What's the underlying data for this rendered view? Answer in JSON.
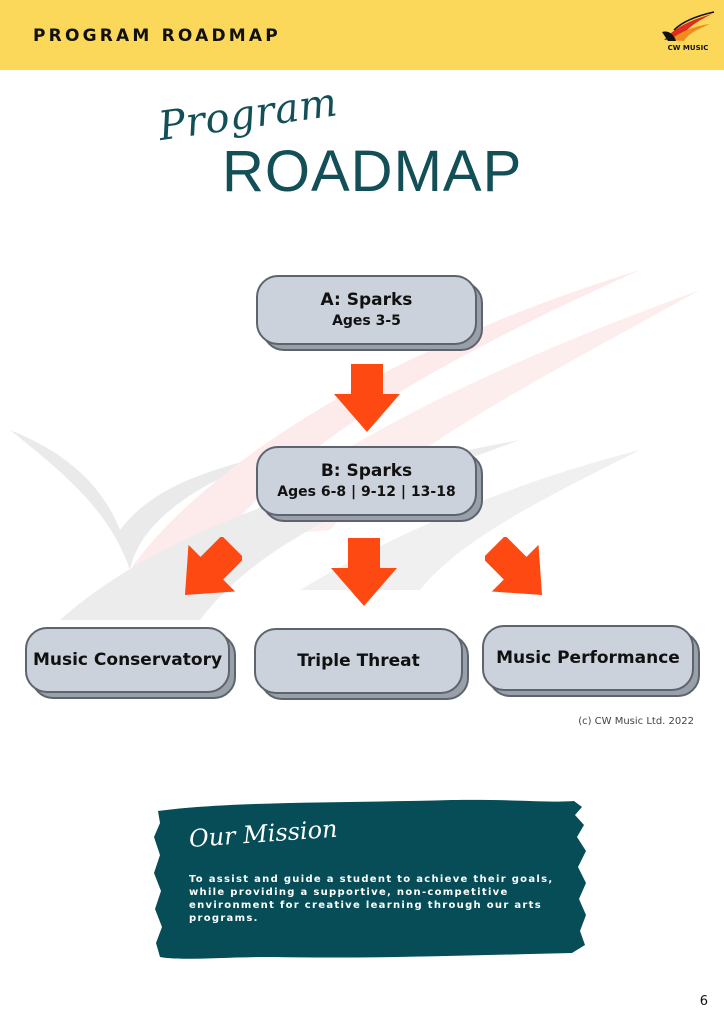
{
  "header": {
    "title": "PROGRAM ROADMAP",
    "logo_text": "CW MUSIC"
  },
  "title": {
    "script": "Program",
    "main": "ROADMAP"
  },
  "roadmap": {
    "level_a": {
      "name": "A: Sparks",
      "ages": "Ages 3-5"
    },
    "level_b": {
      "name": "B: Sparks",
      "ages": "Ages 6-8 | 9-12 | 13-18"
    },
    "tracks": [
      "Music Conservatory",
      "Triple Threat",
      "Music Performance"
    ]
  },
  "copyright": "(c) CW Music Ltd. 2022",
  "mission": {
    "title": "Our Mission",
    "text": "To assist and guide a student to achieve their goals, while providing a supportive, non-competitive environment for creative learning through our arts programs."
  },
  "page_number": "6",
  "colors": {
    "header_bg": "#fbd85a",
    "title_teal": "#134f57",
    "arrow": "#fe4a12",
    "box_fill": "#ccd2dc",
    "mission_bg": "#064d58"
  },
  "icons": [
    "logo-icon",
    "arrow-down-icon",
    "arrow-down-left-icon",
    "arrow-down-right-icon"
  ]
}
